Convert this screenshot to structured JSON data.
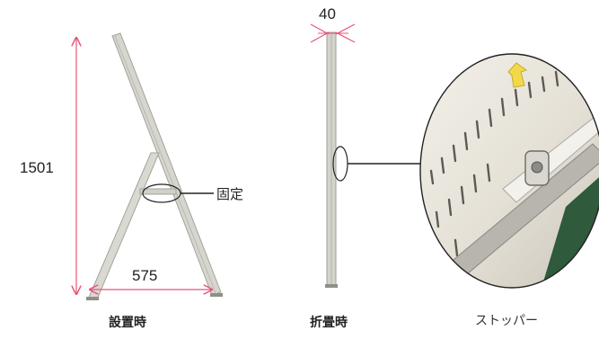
{
  "dimensions": {
    "height": "1501",
    "base_width": "575",
    "thickness": "40"
  },
  "callouts": {
    "fix_point": "固定"
  },
  "captions": {
    "installed": "設置時",
    "folded": "折畳時",
    "stopper": "ストッパー"
  },
  "colors": {
    "dimension_line": "#e8557a",
    "panel": "#cfcfc7",
    "panel_edge": "#9a9a92",
    "stopper_accent": "#f2d94a"
  }
}
